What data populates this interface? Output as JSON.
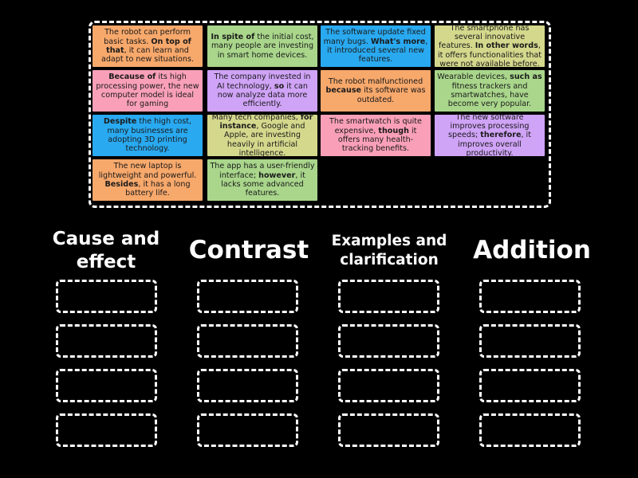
{
  "cards": [
    {
      "parts": [
        [
          "The robot can perform basic tasks. ",
          0
        ],
        [
          "On top of that",
          1
        ],
        [
          ", it can learn and adapt to new situations.",
          0
        ]
      ]
    },
    {
      "parts": [
        [
          "In spite of",
          1
        ],
        [
          " the initial cost, many people are investing in smart home devices.",
          0
        ]
      ]
    },
    {
      "parts": [
        [
          "The software update fixed many bugs. ",
          0
        ],
        [
          "What's more",
          1
        ],
        [
          ", it introduced several new features.",
          0
        ]
      ]
    },
    {
      "parts": [
        [
          "The smartphone has several innovative features. ",
          0
        ],
        [
          "In other words",
          1
        ],
        [
          ", it offers functionalities that were not available before.",
          0
        ]
      ]
    },
    {
      "parts": [
        [
          "Because of",
          1
        ],
        [
          " its high processing power, the new computer model is ideal for gaming",
          0
        ]
      ]
    },
    {
      "parts": [
        [
          "The company invested in AI technology, ",
          0
        ],
        [
          "so",
          1
        ],
        [
          " it can now analyze data more efficiently.",
          0
        ]
      ]
    },
    {
      "parts": [
        [
          "The robot malfunctioned ",
          0
        ],
        [
          "because",
          1
        ],
        [
          " its software was outdated.",
          0
        ]
      ]
    },
    {
      "parts": [
        [
          "Wearable devices, ",
          0
        ],
        [
          "such as",
          1
        ],
        [
          " fitness trackers and smartwatches, have become very popular.",
          0
        ]
      ]
    },
    {
      "parts": [
        [
          "Despite",
          1
        ],
        [
          " the high cost, many businesses are adopting 3D printing technology.",
          0
        ]
      ]
    },
    {
      "parts": [
        [
          "Many tech companies, ",
          0
        ],
        [
          "for instance",
          1
        ],
        [
          ", Google and Apple, are investing heavily in artificial intelligence.",
          0
        ]
      ]
    },
    {
      "parts": [
        [
          "The smartwatch is quite expensive, ",
          0
        ],
        [
          "though",
          1
        ],
        [
          " it offers many health-tracking benefits.",
          0
        ]
      ]
    },
    {
      "parts": [
        [
          "The new software improves processing speeds; ",
          0
        ],
        [
          "therefore",
          1
        ],
        [
          ", it improves overall productivity.",
          0
        ]
      ]
    },
    {
      "parts": [
        [
          "The new laptop is lightweight and powerful. ",
          0
        ],
        [
          "Besides",
          1
        ],
        [
          ", it has a long battery life.",
          0
        ]
      ]
    },
    {
      "parts": [
        [
          "The app has a user-friendly interface; ",
          0
        ],
        [
          "however",
          1
        ],
        [
          ", it lacks some advanced features.",
          0
        ]
      ]
    }
  ],
  "categories": [
    {
      "label": "Cause and effect"
    },
    {
      "label": "Contrast"
    },
    {
      "label": "Examples and clarification"
    },
    {
      "label": "Addition"
    }
  ]
}
